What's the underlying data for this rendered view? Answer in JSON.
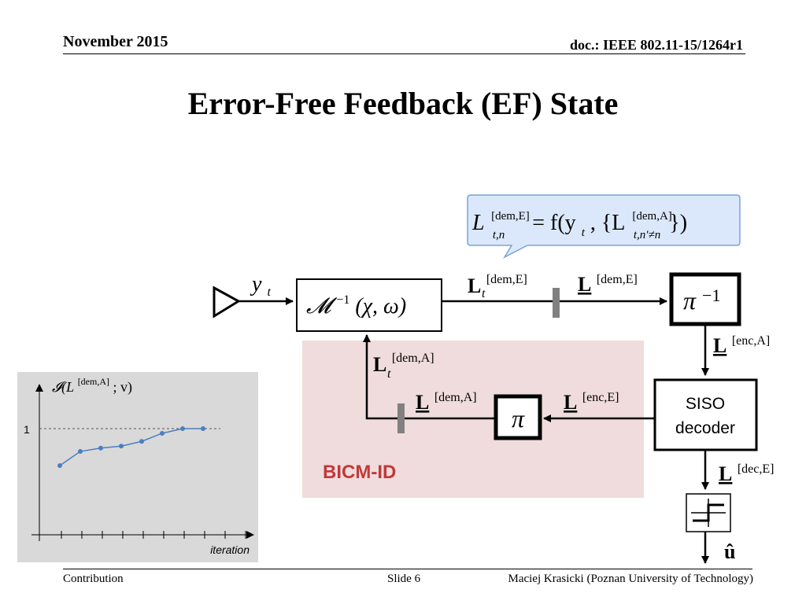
{
  "header": {
    "date": "November 2015",
    "doc_id": "doc.: IEEE 802.11-15/1264r1"
  },
  "title": "Error-Free Feedback (EF) State",
  "callout": {
    "formula_lhs": "L",
    "lhs_sup": "[dem,E]",
    "lhs_sub": "t,n",
    "formula_rhs": "= f(y",
    "rhs_sub1": "t",
    "rhs_mid": ", {L",
    "rhs_sup2": "[dem,A]",
    "rhs_sub2": "t,n′≠n",
    "rhs_end": "})"
  },
  "diagram": {
    "input_symbol": "y",
    "input_sub": "t",
    "demapper_label": "𝓜",
    "demapper_sup": "−1",
    "demapper_args": "(χ, ω)",
    "deinterleaver_label": "π",
    "deinterleaver_sup": "−1",
    "interleaver_label": "π",
    "siso_line1": "SISO",
    "siso_line2": "decoder",
    "bicm_label": "BICM-ID",
    "label_L_dem_E_t": "L",
    "label_L_dem_E_t_sup": "[dem,E]",
    "label_L_dem_E_t_sub": "t",
    "label_L_dem_E": "L",
    "label_L_dem_E_sup": "[dem,E]",
    "label_L_enc_A": "L",
    "label_L_enc_A_sup": "[enc,A]",
    "label_L_dem_A_t": "L",
    "label_L_dem_A_t_sup": "[dem,A]",
    "label_L_dem_A_t_sub": "t",
    "label_L_dem_A": "L",
    "label_L_dem_A_sup": "[dem,A]",
    "label_L_enc_E": "L",
    "label_L_enc_E_sup": "[enc,E]",
    "label_L_dec_E": "L",
    "label_L_dec_E_sup": "[dec,E]",
    "output_label": "û"
  },
  "inset_chart": {
    "ylabel": "𝓘(L",
    "ylabel_sup": "[dem,A]",
    "ylabel_end": "; v)",
    "ytick_one": "1",
    "xlabel": "iteration",
    "colors": {
      "background": "#d9d9d9",
      "line": "#4a7fc0",
      "pink": "#f0dcdc"
    }
  },
  "chart_data": {
    "type": "line",
    "x": [
      1,
      2,
      3,
      4,
      5,
      6,
      7,
      8
    ],
    "series": [
      {
        "values": [
          0.45,
          0.66,
          0.71,
          0.74,
          0.81,
          0.93,
          1.0,
          1.0
        ]
      }
    ],
    "xlabel": "iteration",
    "ylabel": "𝓘(L[dem,A]; v)",
    "yticks": [
      "1"
    ],
    "reference_line": 1.0,
    "ylim": [
      -0.5,
      1.5
    ]
  },
  "footer": {
    "left": "Contribution",
    "slide": "Slide 6",
    "author": "Maciej Krasicki (Poznan University of Technology)"
  }
}
